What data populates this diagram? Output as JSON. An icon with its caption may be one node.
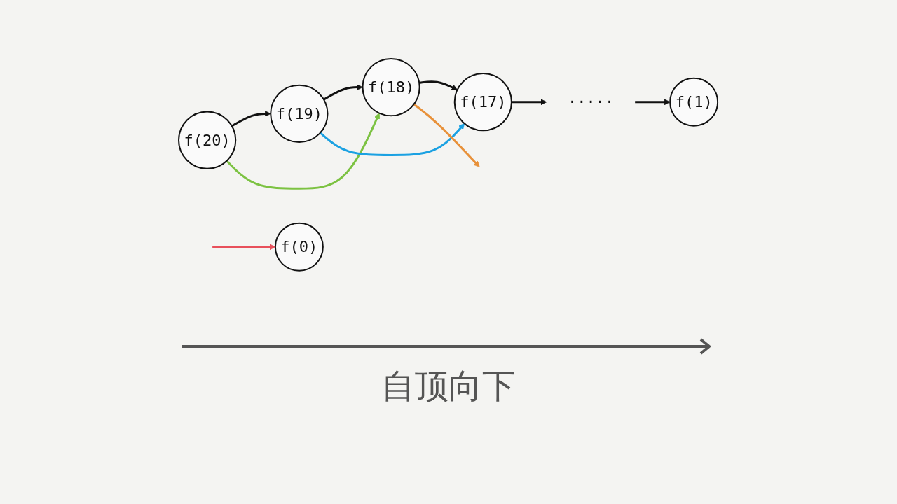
{
  "diagram": {
    "nodes": [
      {
        "text": [
          "f(20)"
        ]
      },
      {
        "text": [
          "f(19)"
        ]
      },
      {
        "text": [
          "f(18)"
        ]
      },
      {
        "text": [
          "f(17)"
        ]
      },
      {
        "text": [
          "·····"
        ]
      },
      {
        "text": [
          "f(1)"
        ]
      },
      {
        "text": [
          "f(0)"
        ]
      }
    ],
    "edges": [
      {
        "from": 0,
        "to": 1,
        "arrow": "to"
      },
      {
        "from": 1,
        "to": 2,
        "arrow": "to"
      },
      {
        "from": 2,
        "to": 3,
        "arrow": "to"
      },
      {
        "from": 3,
        "to": 4,
        "arrow": "to"
      },
      {
        "from": 4,
        "to": 5,
        "arrow": "to"
      },
      {
        "from": 0,
        "to": 2,
        "arrow": "to",
        "color": "#7cc242"
      },
      {
        "from": 1,
        "to": 3,
        "arrow": "to",
        "color": "#1ba1e2"
      },
      {
        "from": 2,
        "to": null,
        "arrow": "to",
        "color": "#e8913a"
      },
      {
        "from": null,
        "to": 6,
        "arrow": "to",
        "color": "#e8505b"
      }
    ],
    "labels": [
      "自顶向下"
    ]
  }
}
